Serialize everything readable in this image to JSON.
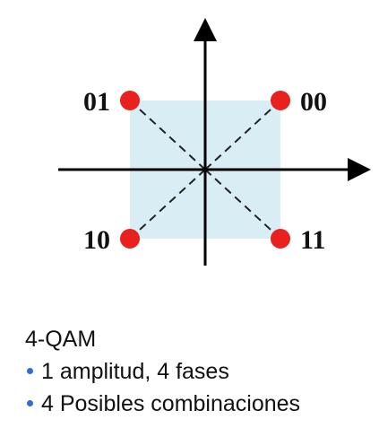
{
  "diagram": {
    "points": [
      {
        "label": "01",
        "i": -1,
        "q": 1
      },
      {
        "label": "00",
        "i": 1,
        "q": 1
      },
      {
        "label": "10",
        "i": -1,
        "q": -1
      },
      {
        "label": "11",
        "i": 1,
        "q": -1
      }
    ],
    "colors": {
      "point": "#e8201e",
      "region": "#cfe8f3",
      "axis": "#000000",
      "dash": "#222222"
    }
  },
  "caption": {
    "title": "4-QAM",
    "bullets": [
      "1 amplitud, 4 fases",
      "4 Posibles combinaciones"
    ],
    "bullet_color": "#2f6fc9"
  }
}
